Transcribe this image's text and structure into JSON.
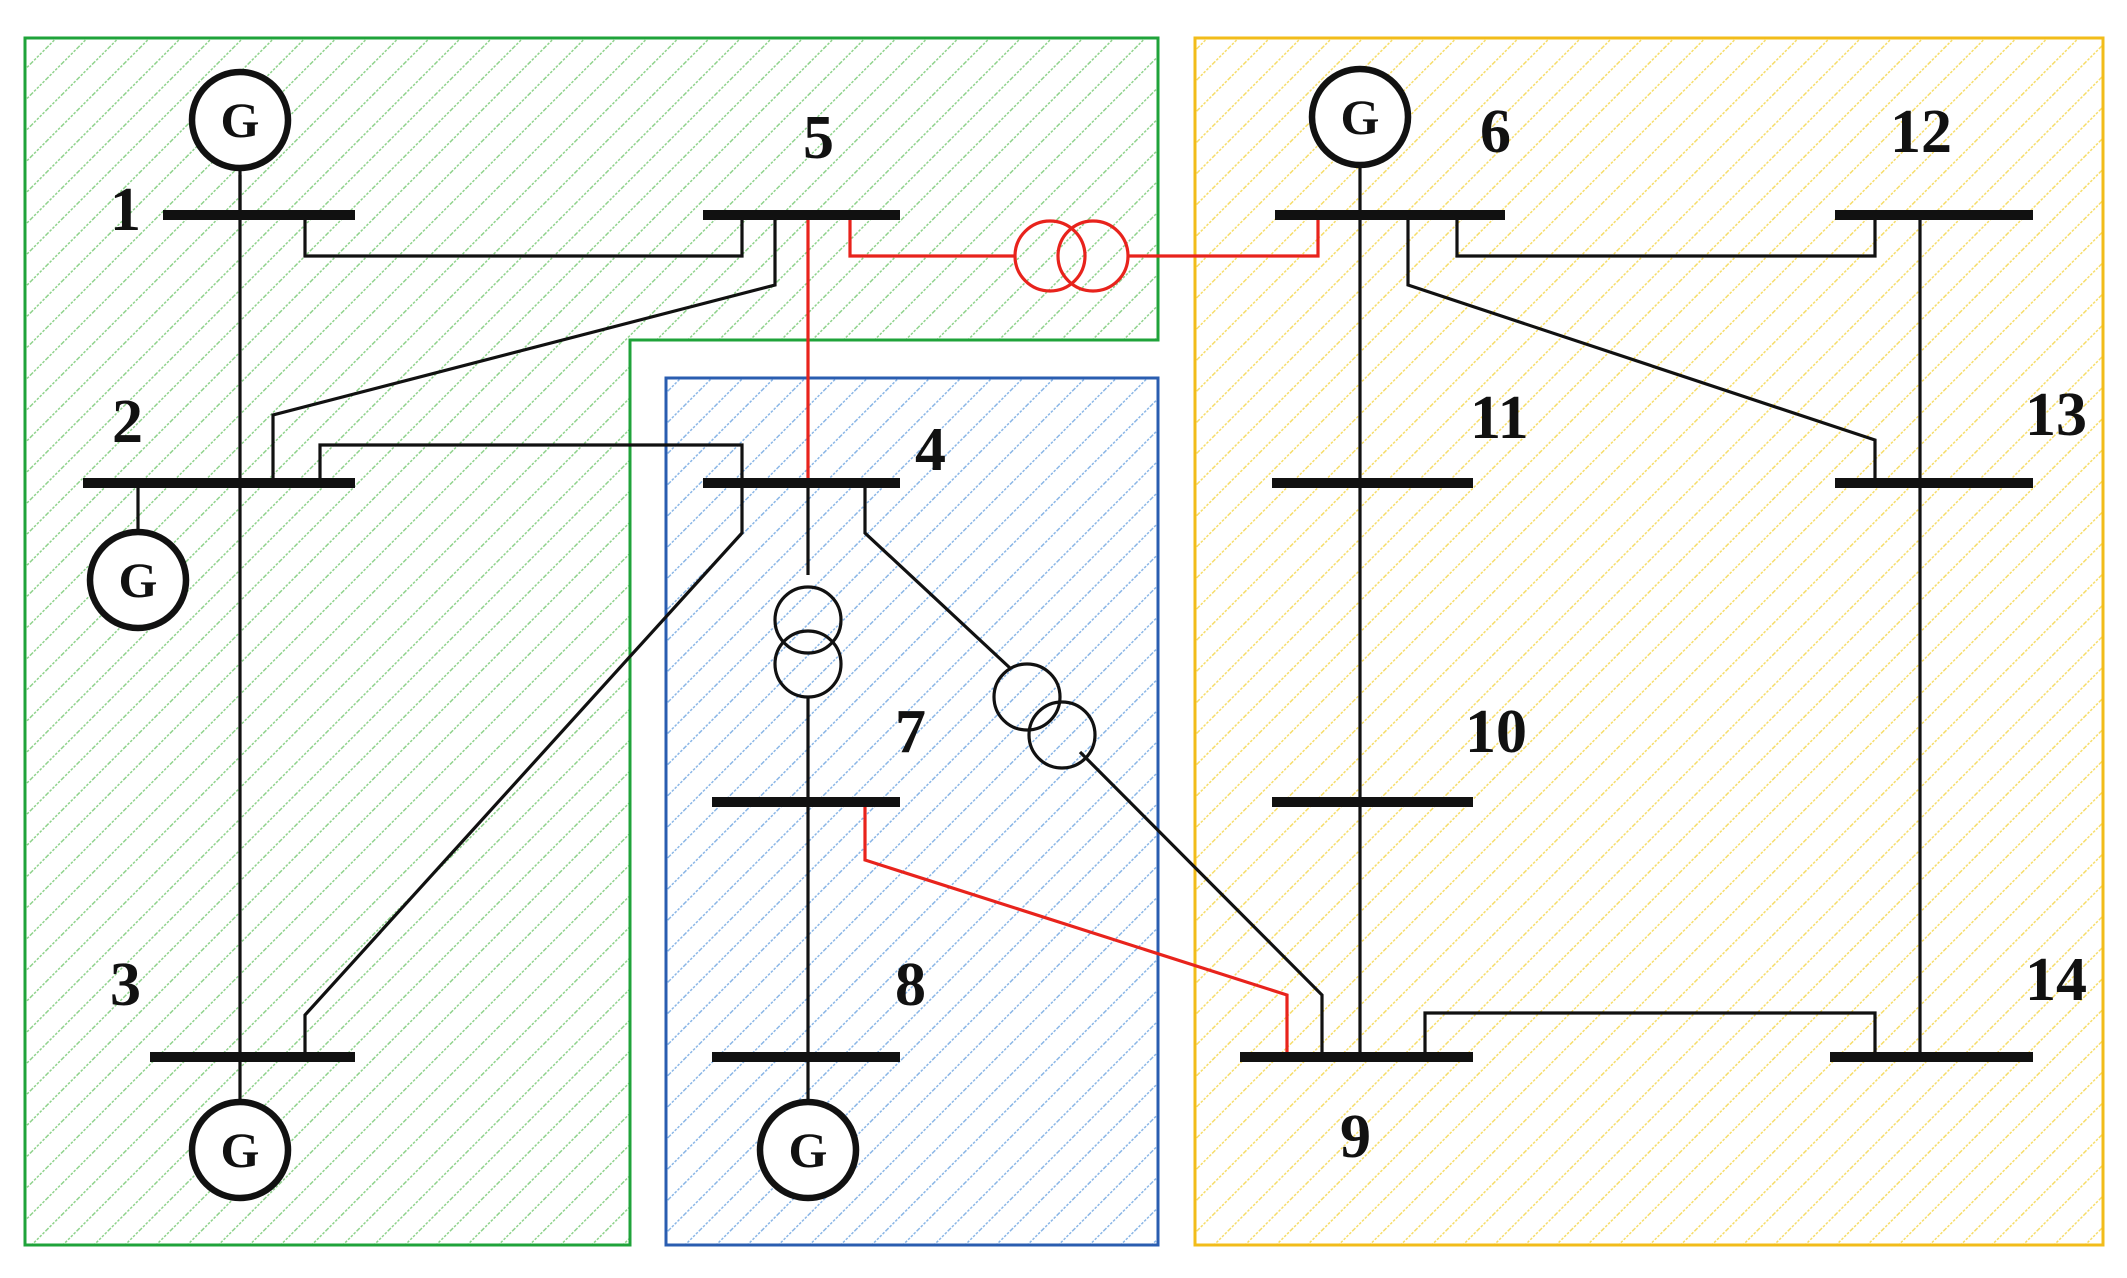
{
  "colors": {
    "area_green": "#1fa33a",
    "area_blue": "#2a5db0",
    "area_yellow": "#f2bc1a",
    "hatch_green": "#8fd28c",
    "hatch_blue": "#8ab6e6",
    "hatch_yellow": "#f6dd6a",
    "line": "#111111",
    "tie_line": "#e8231c"
  },
  "generator_symbol": "G",
  "buses": [
    {
      "id": 1,
      "label": "1"
    },
    {
      "id": 2,
      "label": "2"
    },
    {
      "id": 3,
      "label": "3"
    },
    {
      "id": 4,
      "label": "4"
    },
    {
      "id": 5,
      "label": "5"
    },
    {
      "id": 6,
      "label": "6"
    },
    {
      "id": 7,
      "label": "7"
    },
    {
      "id": 8,
      "label": "8"
    },
    {
      "id": 9,
      "label": "9"
    },
    {
      "id": 10,
      "label": "10"
    },
    {
      "id": 11,
      "label": "11"
    },
    {
      "id": 12,
      "label": "12"
    },
    {
      "id": 13,
      "label": "13"
    },
    {
      "id": 14,
      "label": "14"
    }
  ],
  "generators_at_buses": [
    1,
    2,
    3,
    6,
    8
  ],
  "transformers": [
    {
      "from": 5,
      "to": 6,
      "tie": true
    },
    {
      "from": 4,
      "to": 7,
      "tie": false
    },
    {
      "from": 4,
      "to": 9,
      "tie": false
    }
  ],
  "tie_lines": [
    {
      "from": 5,
      "to": 4
    },
    {
      "from": 5,
      "to": 6
    },
    {
      "from": 7,
      "to": 9
    }
  ]
}
